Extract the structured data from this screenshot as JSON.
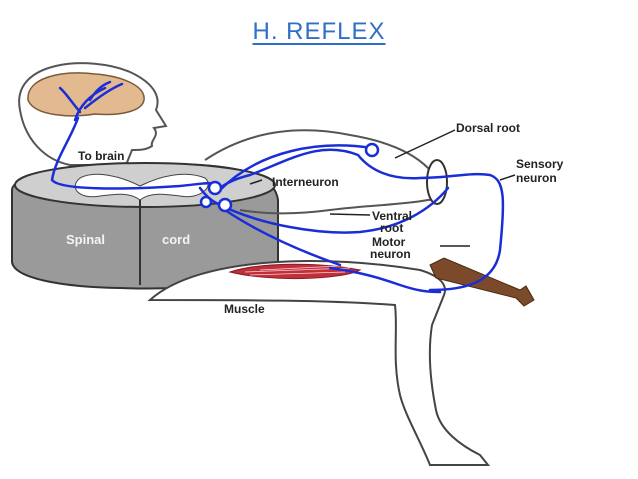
{
  "title": "H. REFLEX",
  "colors": {
    "title": "#2f6fc6",
    "nerve": "#1a2ed8",
    "muscle": "#c0303a",
    "brain": "#e3b98f",
    "hammer": "#7a4a2a"
  },
  "labels": {
    "to_brain": "To brain",
    "interneuron": "Interneuron",
    "dorsal_root": "Dorsal root",
    "sensory_neuron_1": "Sensory",
    "sensory_neuron_2": "neuron",
    "ventral_root_1": "Ventral",
    "ventral_root_2": "root",
    "motor_neuron_1": "Motor",
    "motor_neuron_2": "neuron",
    "spinal": "Spinal",
    "cord": "cord",
    "muscle": "Muscle"
  }
}
